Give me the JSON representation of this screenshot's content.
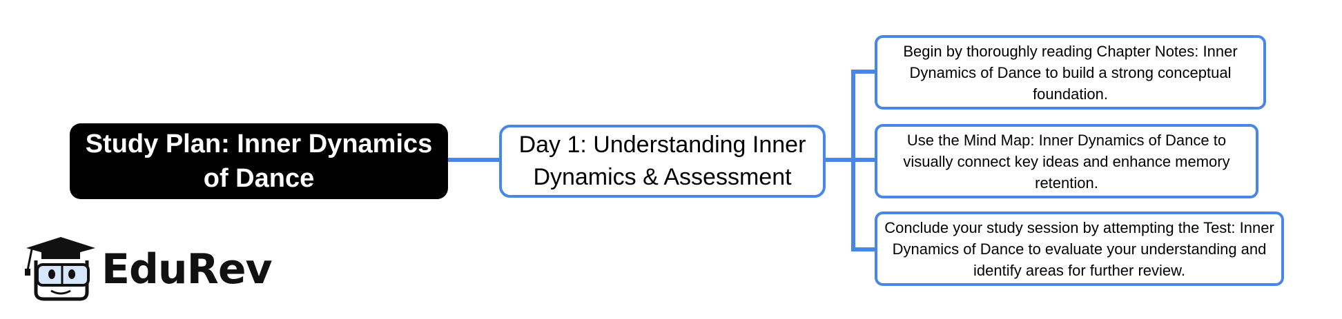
{
  "root": {
    "label": "Study Plan: Inner Dynamics of Dance"
  },
  "day": {
    "label": "Day 1: Understanding Inner Dynamics & Assessment"
  },
  "tasks": [
    {
      "label": "Begin by thoroughly reading Chapter Notes: Inner Dynamics of Dance to build a strong conceptual foundation."
    },
    {
      "label": "Use the Mind Map: Inner Dynamics of Dance to visually connect key ideas and enhance memory retention."
    },
    {
      "label": "Conclude your study session by attempting the Test: Inner Dynamics of Dance to evaluate your understanding and identify areas for further review."
    }
  ],
  "logo": {
    "text": "EduRev",
    "icon": "graduate-mascot-icon"
  },
  "colors": {
    "accent": "#4a86e8",
    "root_bg": "#000000",
    "root_text": "#ffffff"
  }
}
